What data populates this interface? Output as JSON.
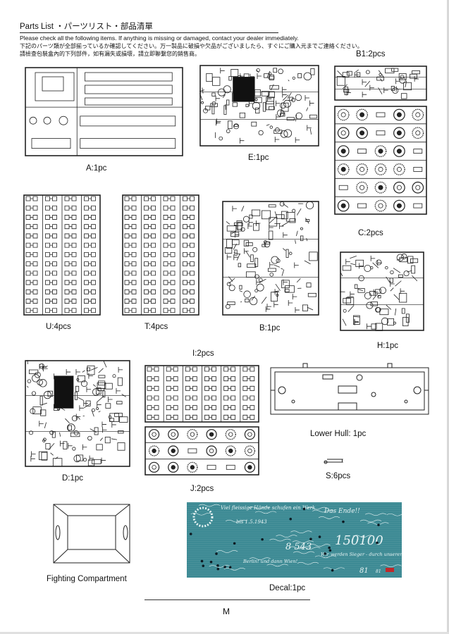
{
  "header": {
    "title": "Parts List ・パーツリスト・部品清單",
    "notes": [
      "Please check all the following items. If anything is missing or damaged, contact your dealer immediately.",
      "下記のパーツ類が全部揃っているか確認してください。万一製品に破損や欠品がございましたら、すぐにご購入元までご連絡ください。",
      "請檢查包裝盒內的下列部件，如有漏失或損壞，請立即聯繫您的銷售商。"
    ]
  },
  "parts": {
    "A": "A:1pc",
    "E": "E:1pc",
    "B1": "B1:2pcs",
    "C": "C:2pcs",
    "U": "U:4pcs",
    "T": "T:4pcs",
    "B": "B:1pc",
    "H": "H:1pc",
    "D": "D:1pc",
    "I": "I:2pcs",
    "J": "J:2pcs",
    "lower_hull": "Lower Hull: 1pc",
    "S": "S:6pcs",
    "fighting": "Fighting Compartment",
    "decal": "Decal:1pc"
  },
  "decal_sheet": {
    "texts": [
      "Viel fleissige Hände schufen ein Werk",
      "bis 1.5.1943",
      "Das Ende!!",
      "8 543",
      "150100",
      "Wir werden Sieger - durch unseren Tiger!",
      "Berlin! und dann Wien!",
      "81",
      "81"
    ],
    "color": "#3d8a94"
  },
  "footer": {
    "page": "M"
  }
}
